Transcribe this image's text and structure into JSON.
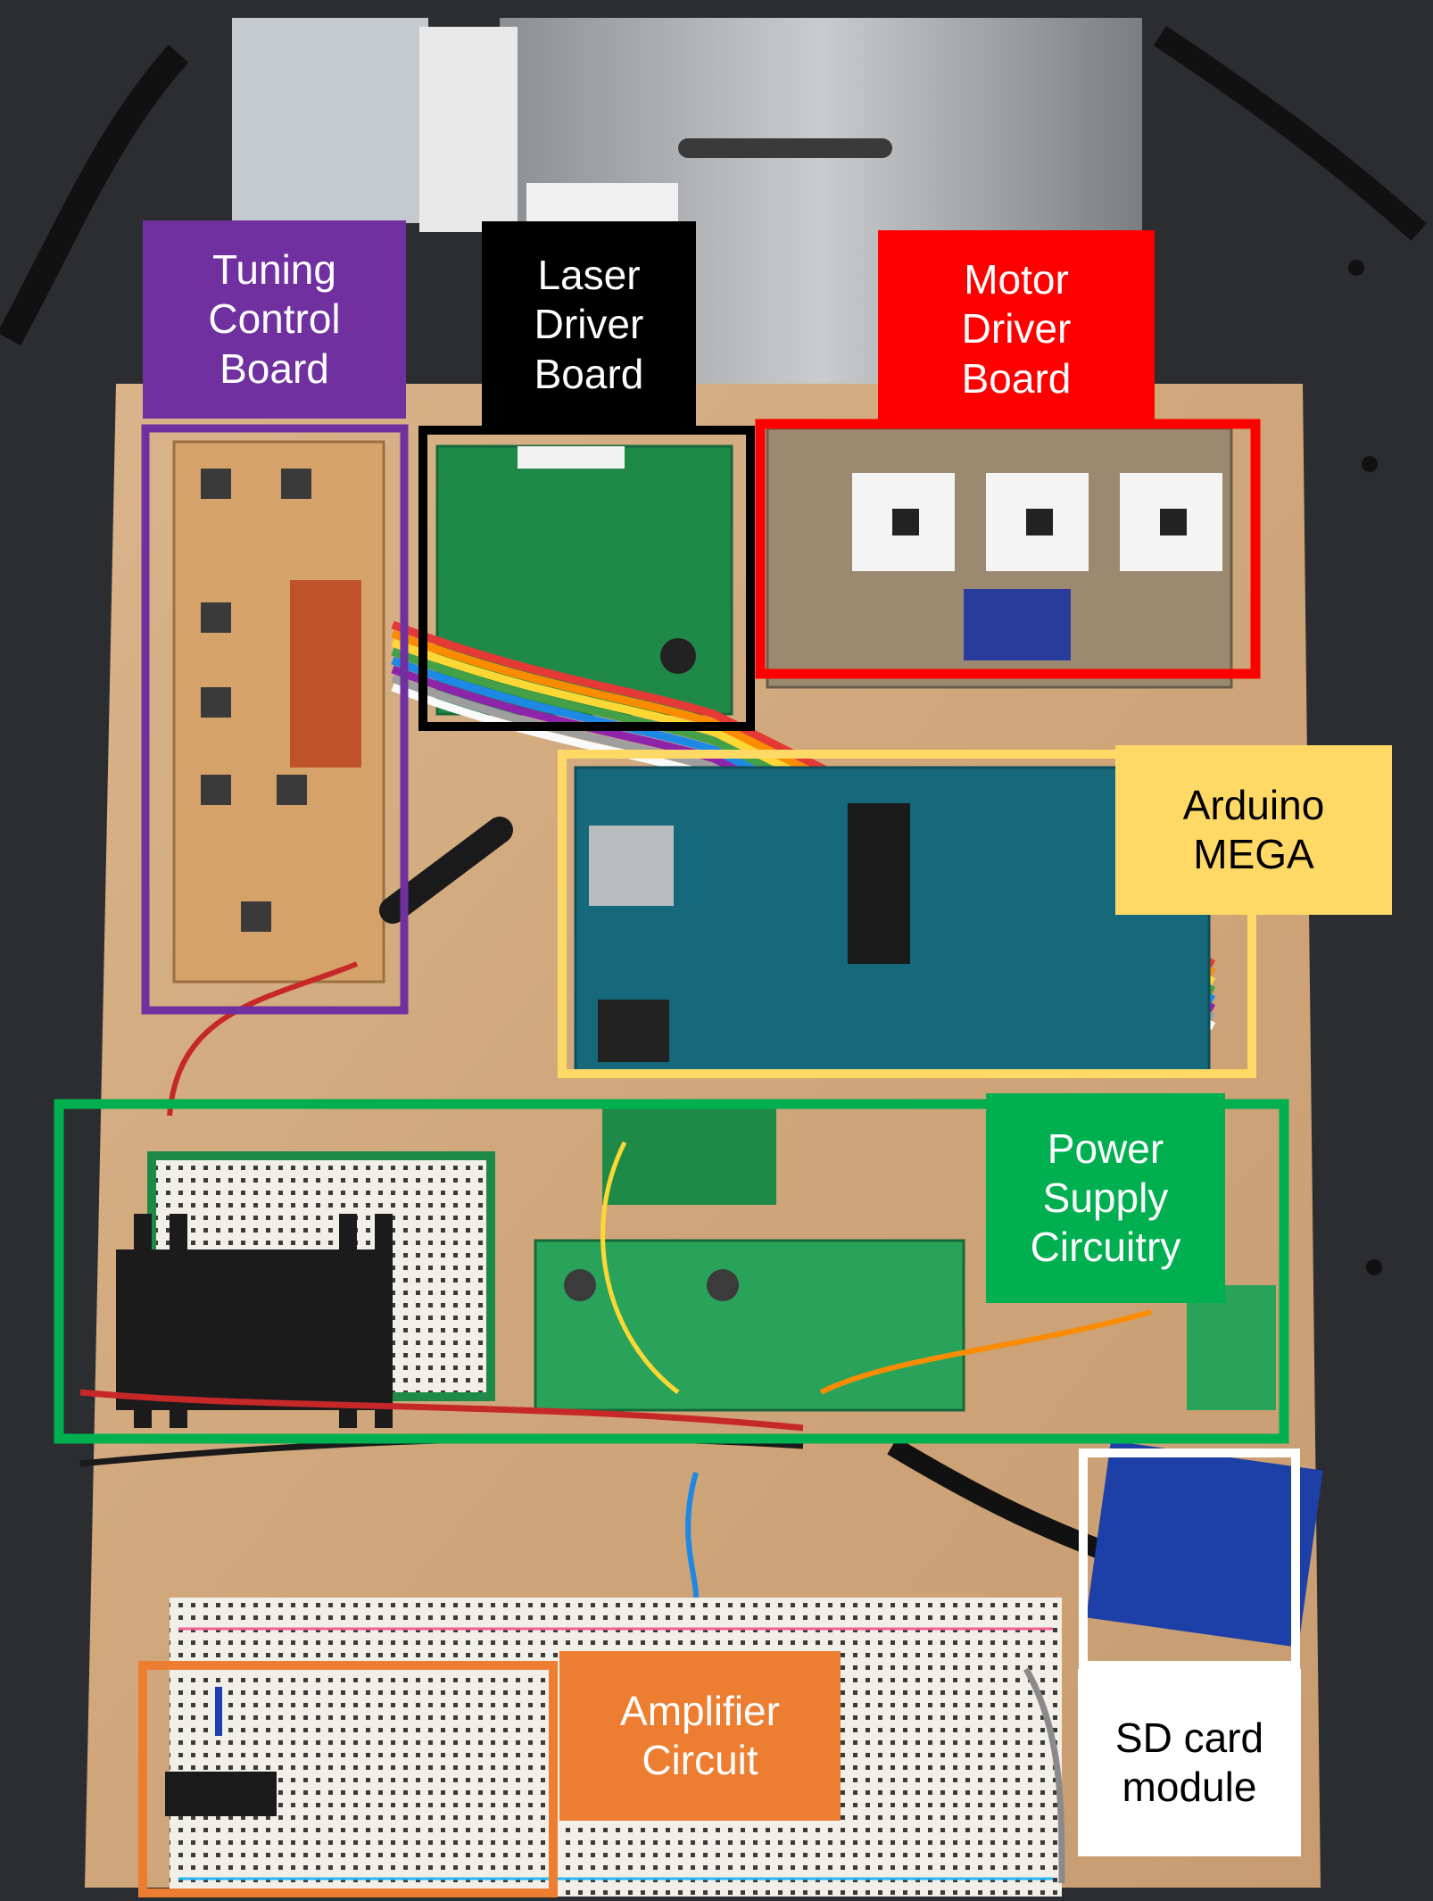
{
  "photo": {
    "description_icon": "electronics-bench-photo",
    "colors": {
      "tuning": "#7030a0",
      "laser": "#000000",
      "motor": "#ff0000",
      "arduino": "#ffd966",
      "power": "#00b050",
      "sd": "#ffffff",
      "amplifier": "#ed7d31"
    }
  },
  "labels": {
    "tuning_control_board": "Tuning\nControl\nBoard",
    "laser_driver_board": "Laser\nDriver\nBoard",
    "motor_driver_board": "Motor\nDriver\nBoard",
    "arduino_mega": "Arduino\nMEGA",
    "power_supply_circuitry": "Power\nSupply\nCircuitry",
    "sd_card_module": "SD card\nmodule",
    "amplifier_circuit": "Amplifier\nCircuit"
  }
}
